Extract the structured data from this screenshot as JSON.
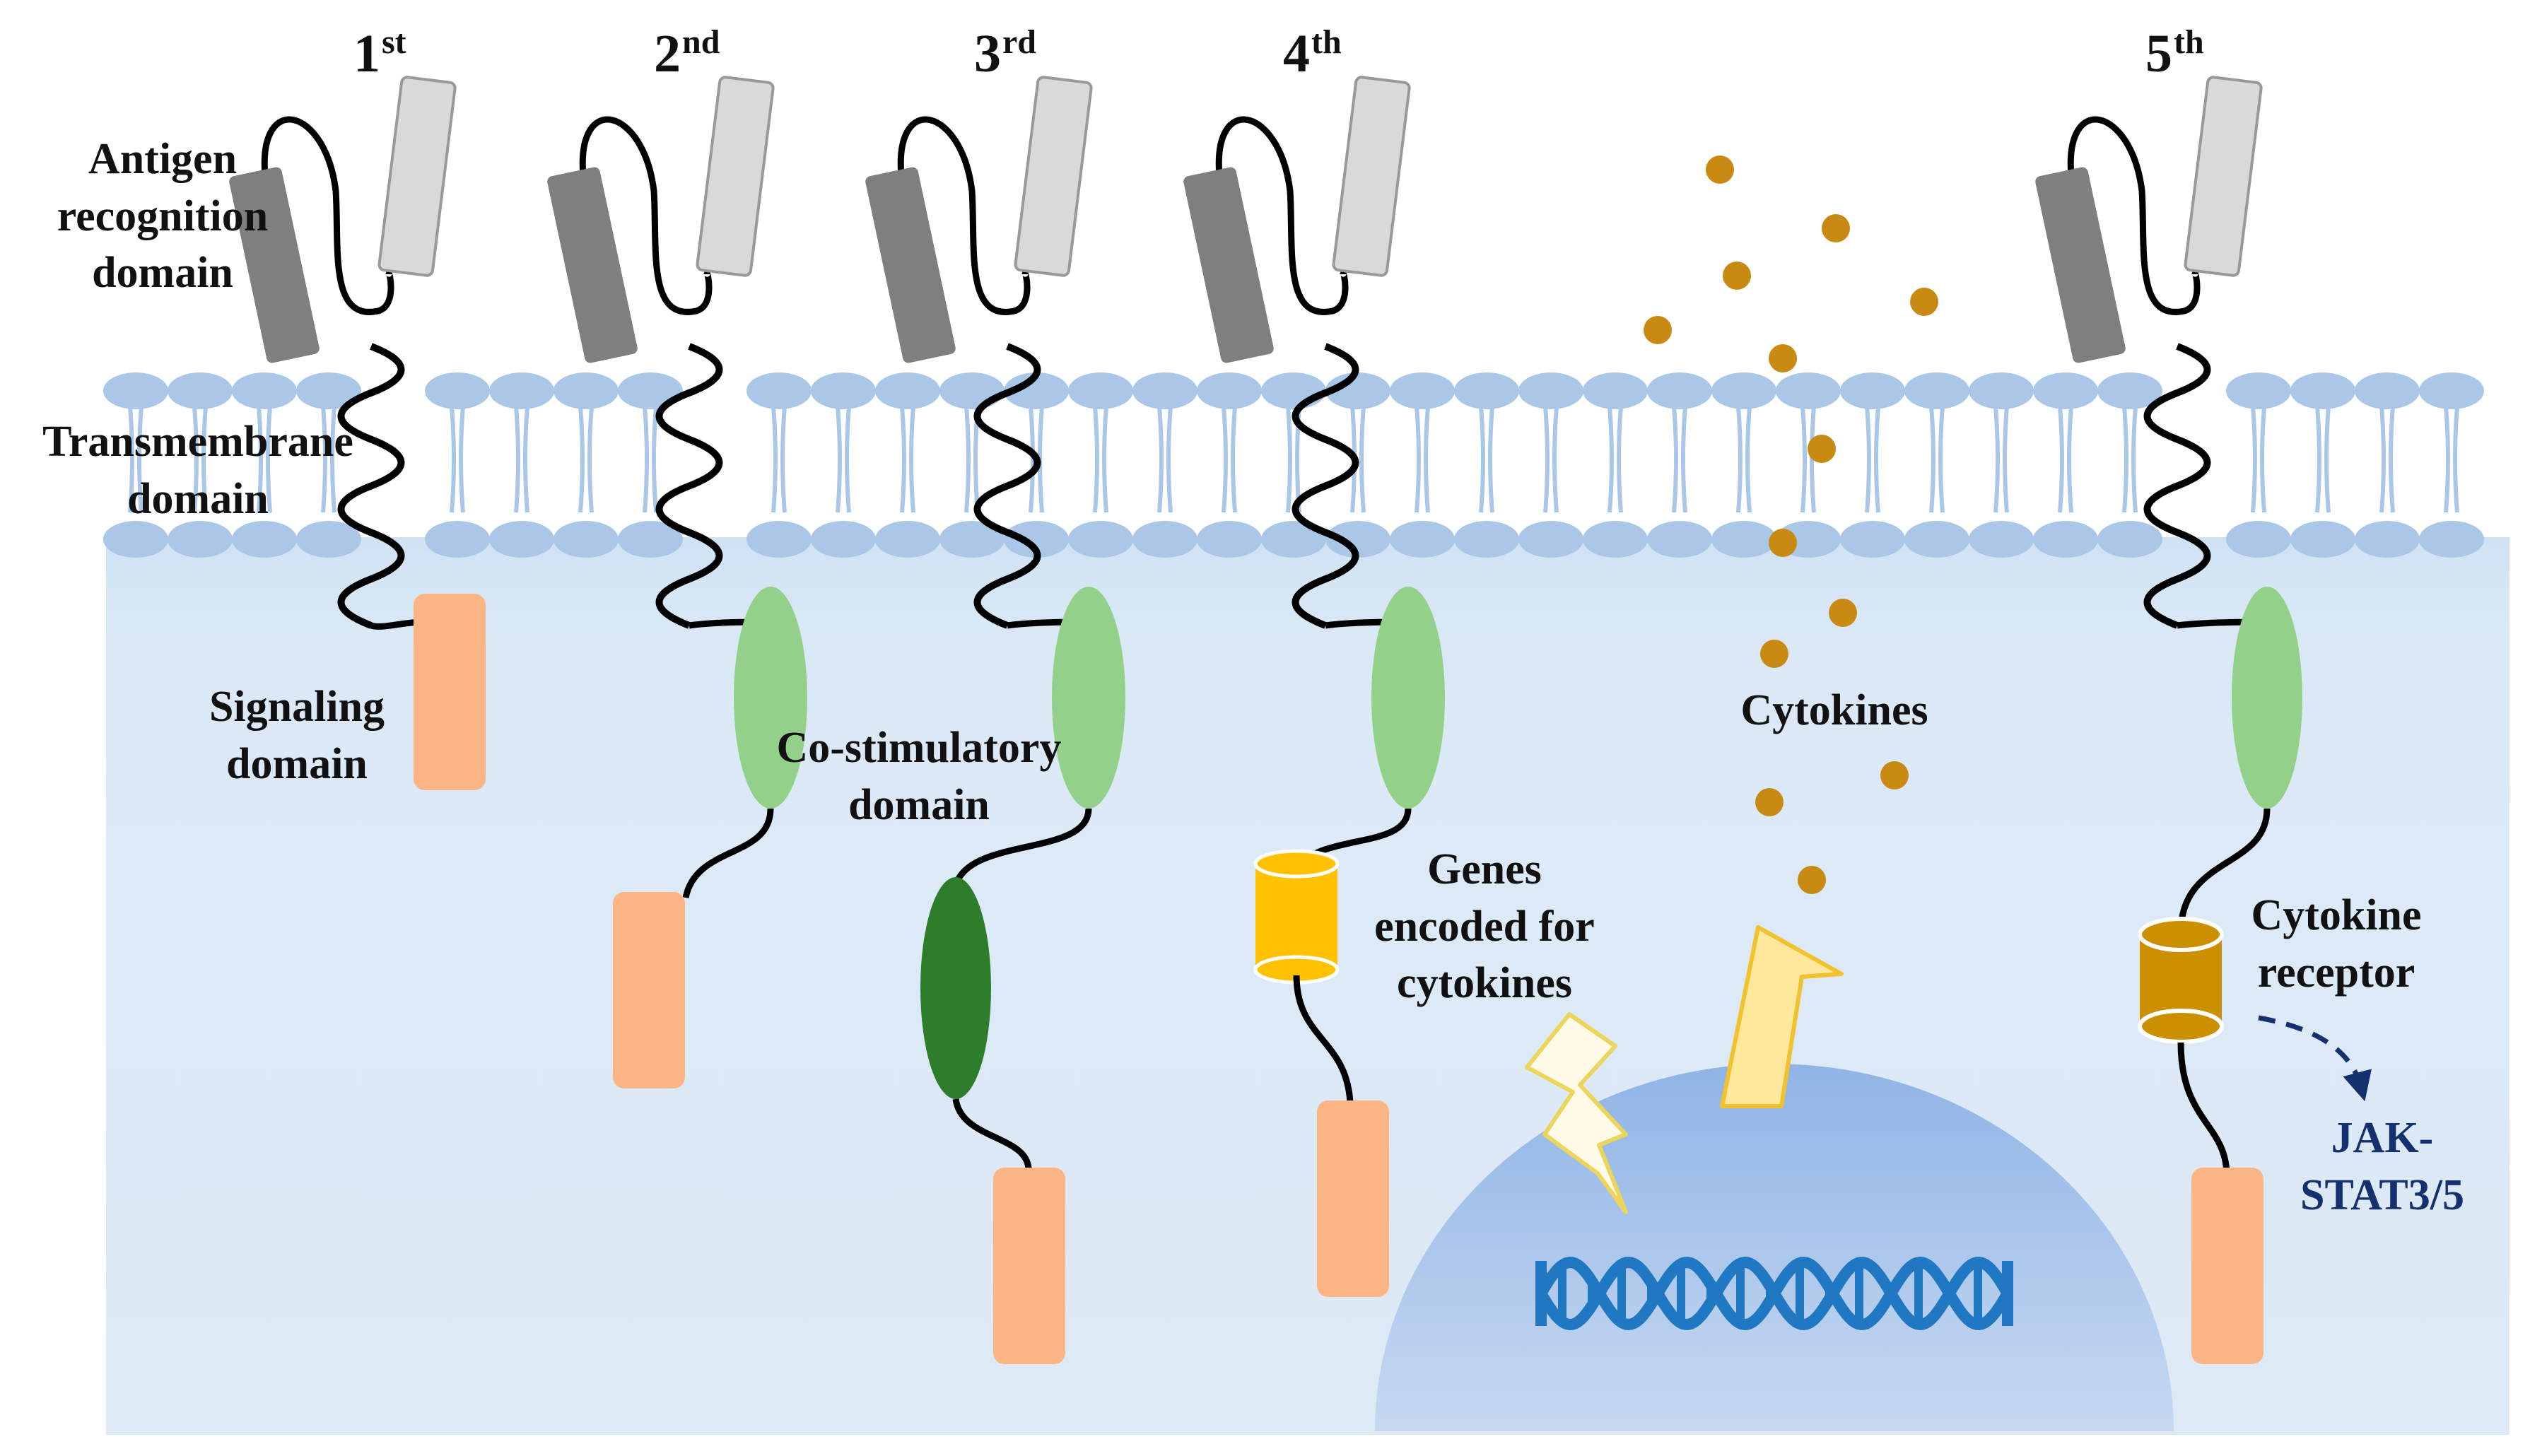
{
  "generations": [
    {
      "num": "1",
      "suffix": "st"
    },
    {
      "num": "2",
      "suffix": "nd"
    },
    {
      "num": "3",
      "suffix": "rd"
    },
    {
      "num": "4",
      "suffix": "th"
    },
    {
      "num": "5",
      "suffix": "th"
    }
  ],
  "labels": {
    "antigen": [
      "Antigen",
      "recognition",
      "domain"
    ],
    "transmembrane": [
      "Transmembrane",
      "domain"
    ],
    "signaling": [
      "Signaling",
      "domain"
    ],
    "costim": [
      "Co-stimulatory",
      "domain"
    ],
    "genes": [
      "Genes",
      "encoded for",
      "cytokines"
    ],
    "cytokines": "Cytokines",
    "cytokine_receptor": [
      "Cytokine",
      "receptor"
    ],
    "jak": [
      "JAK-",
      "STAT3/5"
    ]
  },
  "colors": {
    "cytoplasm": "#dbe9f6",
    "membrane_head": "#aac7e8",
    "antigen_dark": "#7f7f7f",
    "antigen_light": "#d9d9d9",
    "signaling": "#fbb483",
    "costim_light": "#93d18b",
    "costim_dark": "#2e7d2a",
    "gene_cylinder": "#fec200",
    "receptor_cylinder": "#cc8f00",
    "cytokine_dot": "#c98a14",
    "nucleus": "#8fb4e6",
    "dna": "#1f78c1",
    "jak_text": "#14306e"
  }
}
